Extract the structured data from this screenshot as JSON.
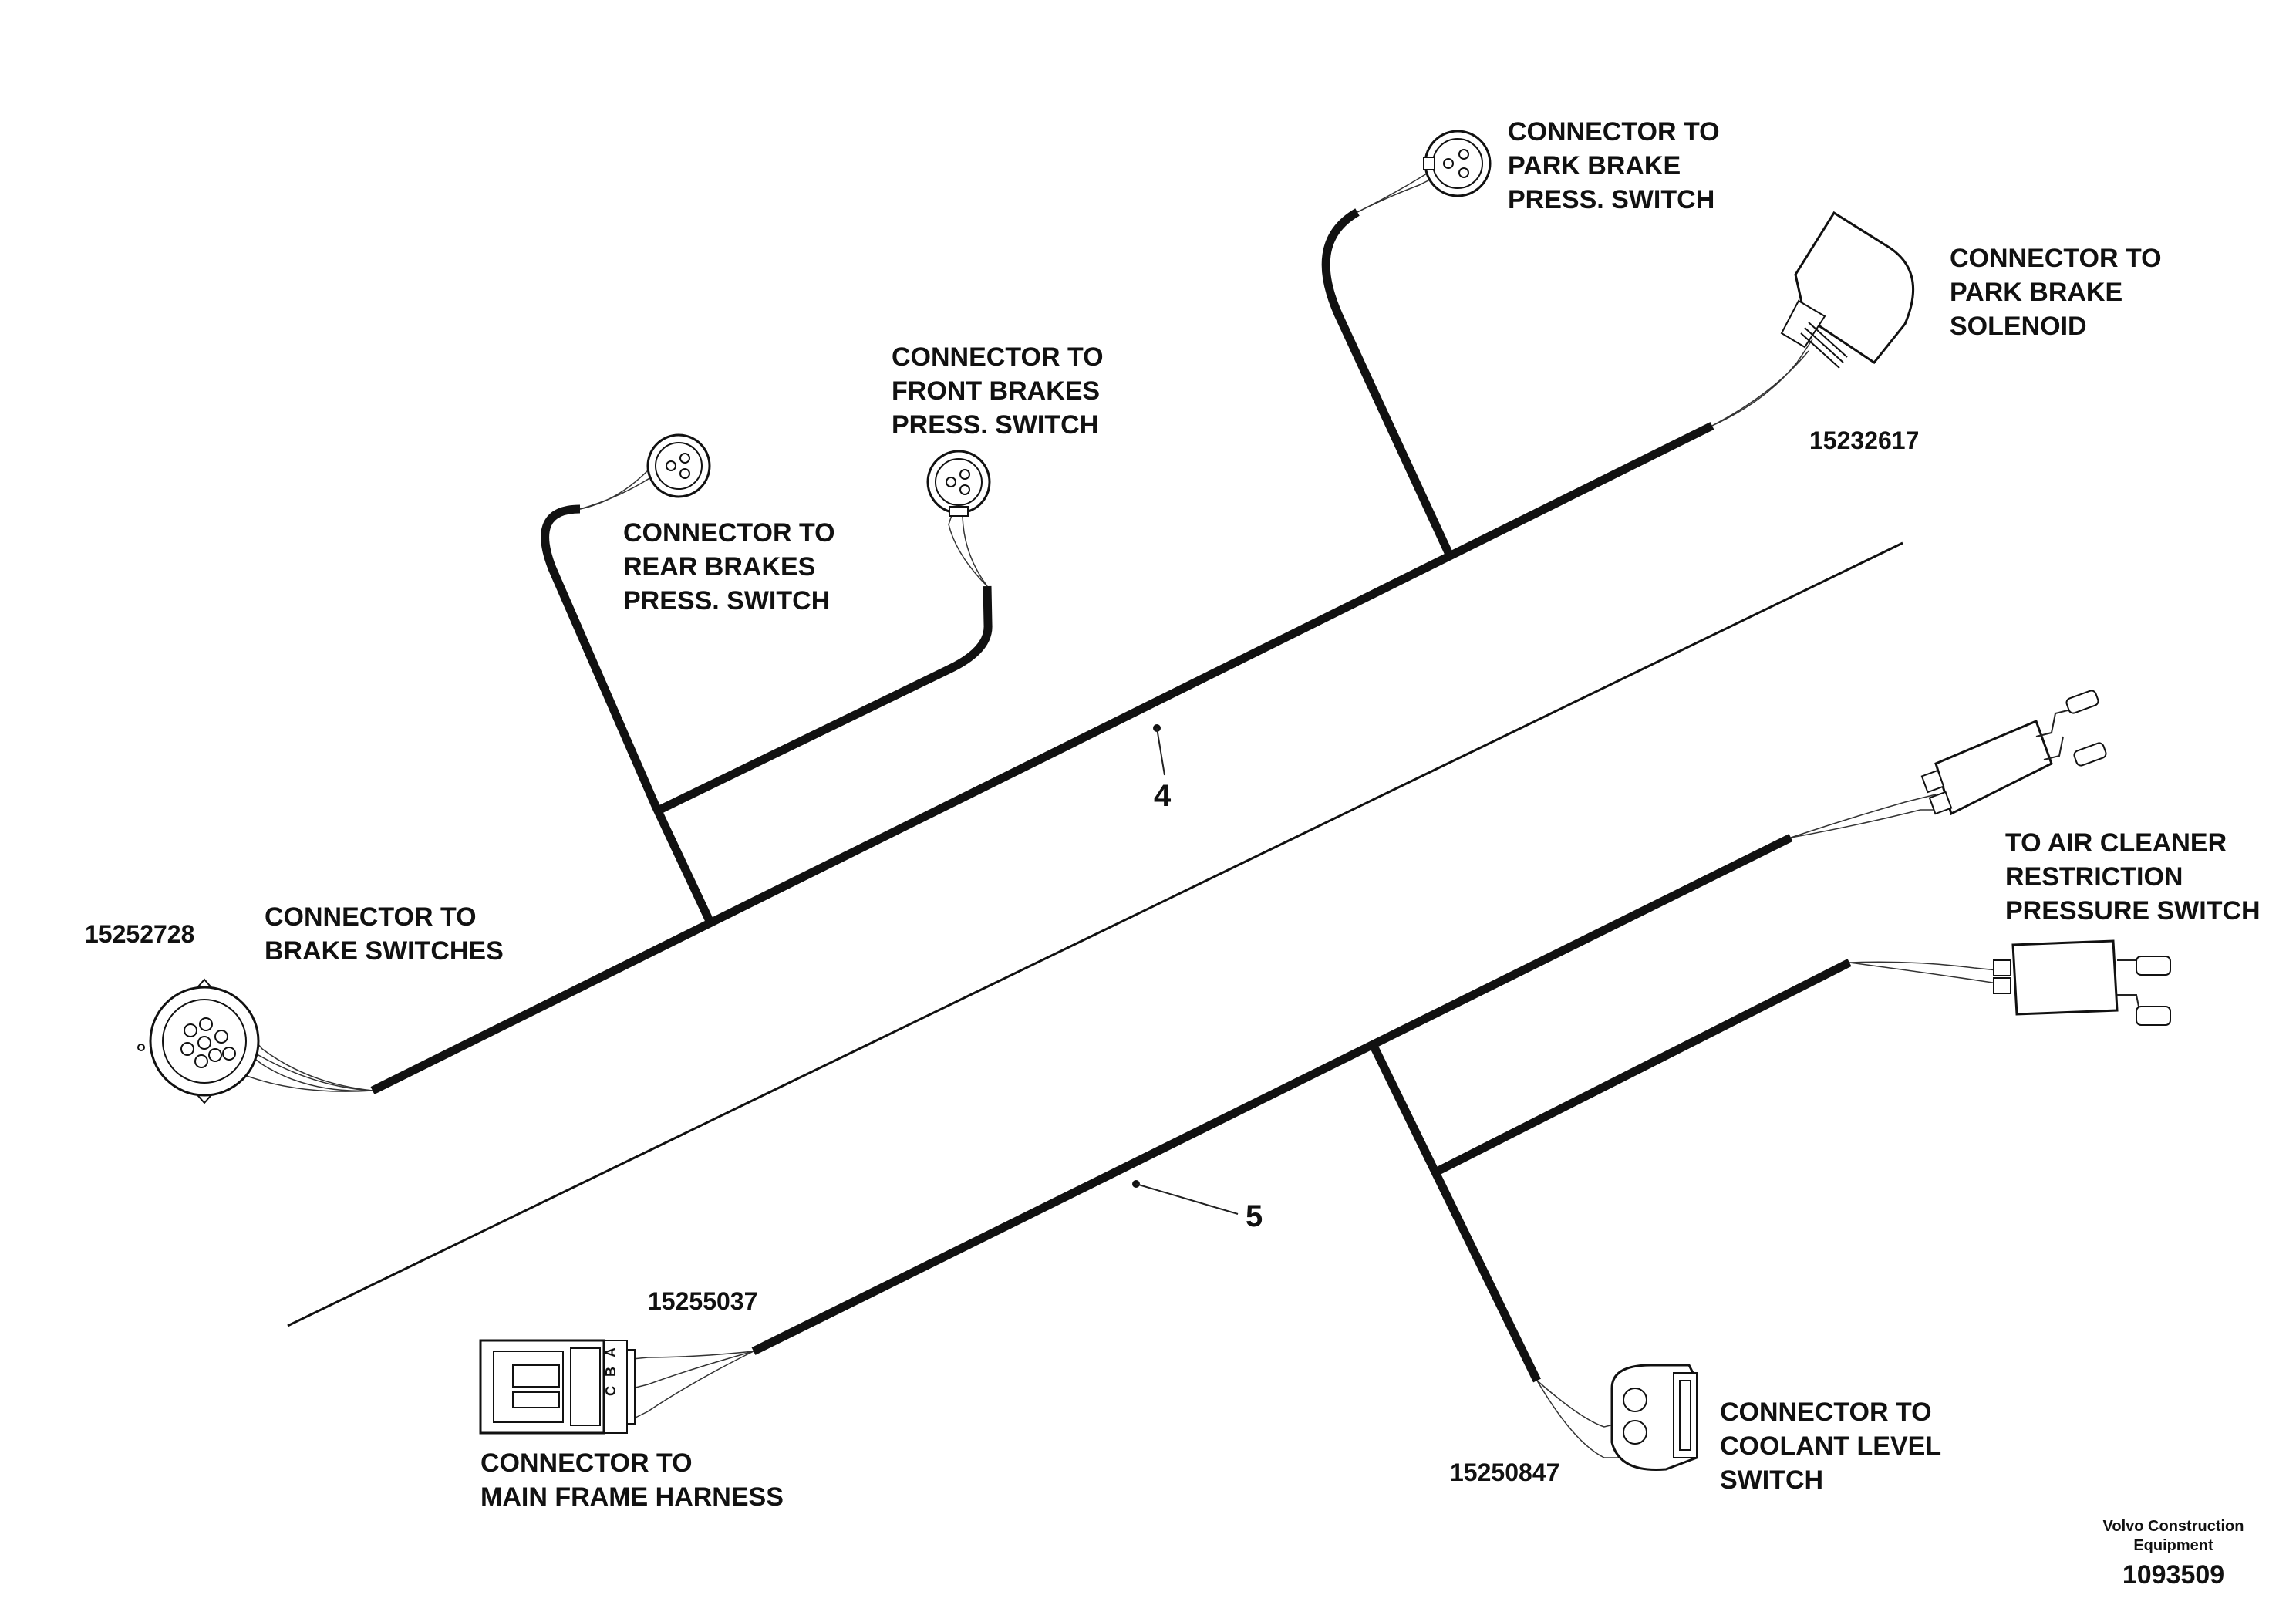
{
  "labels": {
    "rear_brakes": [
      "CONNECTOR TO",
      "REAR BRAKES",
      "PRESS. SWITCH"
    ],
    "front_brakes": [
      "CONNECTOR TO",
      "FRONT BRAKES",
      "PRESS. SWITCH"
    ],
    "park_brake_switch": [
      "CONNECTOR TO",
      "PARK BRAKE",
      "PRESS. SWITCH"
    ],
    "park_brake_solenoid": [
      "CONNECTOR TO",
      "PARK BRAKE",
      "SOLENOID"
    ],
    "brake_switches": [
      "CONNECTOR TO",
      "BRAKE SWITCHES"
    ],
    "air_cleaner": [
      "TO AIR CLEANER",
      "RESTRICTION",
      "PRESSURE SWITCH"
    ],
    "main_frame": [
      "CONNECTOR TO",
      "MAIN FRAME HARNESS"
    ],
    "coolant_level": [
      "CONNECTOR TO",
      "COOLANT LEVEL",
      "SWITCH"
    ]
  },
  "part_numbers": {
    "brake_switches": "15252728",
    "park_brake_solenoid": "15232617",
    "main_frame": "15255037",
    "coolant_level": "15250847"
  },
  "item_numbers": {
    "upper_harness": "4",
    "lower_harness": "5"
  },
  "pin_letters": [
    "C",
    "B",
    "A"
  ],
  "footer": {
    "brand_line1": "Volvo Construction",
    "brand_line2": "Equipment",
    "figure_number": "1093509"
  }
}
